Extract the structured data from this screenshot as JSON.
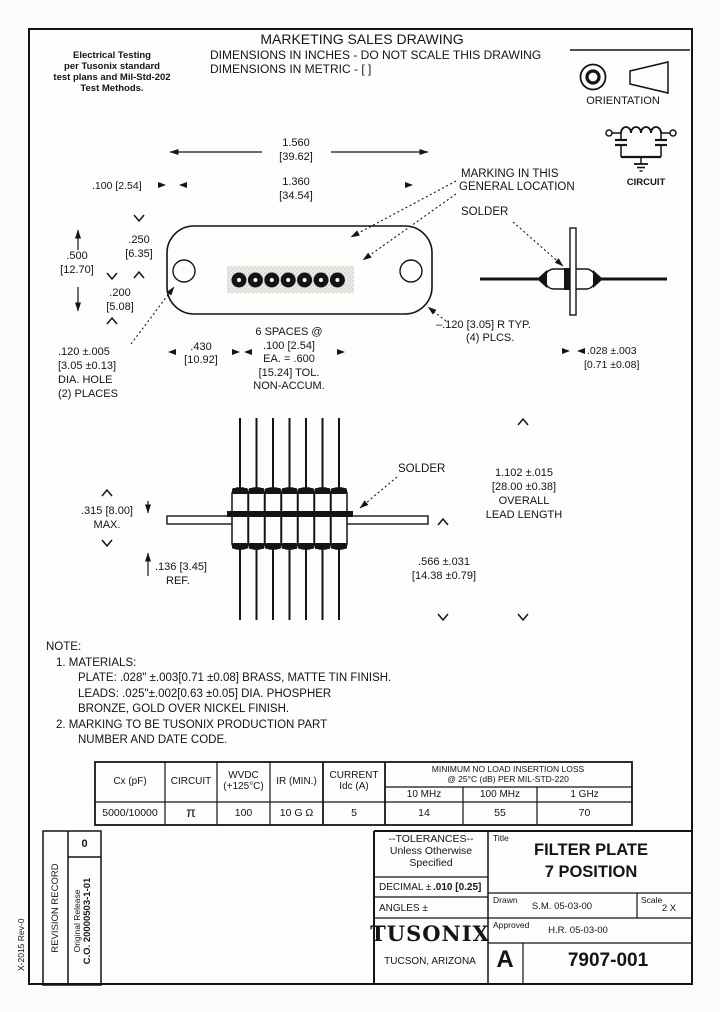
{
  "header": {
    "title": "MARKETING SALES DRAWING",
    "line1": "DIMENSIONS IN INCHES - DO NOT SCALE THIS DRAWING",
    "line2": "DIMENSIONS IN METRIC - [  ]",
    "testing": [
      "Electrical Testing",
      "per Tusonix standard",
      "test plans and Mil-Std-202",
      "Test Methods."
    ]
  },
  "legend": {
    "orientation": "ORIENTATION",
    "circuit": "CIRCUIT"
  },
  "top_view": {
    "dim_1560": [
      "1.560",
      "[39.62]"
    ],
    "dim_1360": [
      "1.360",
      "[34.54]"
    ],
    "dim_100": ".100 [2.54]",
    "dim_500": [
      ".500",
      "[12.70]"
    ],
    "dim_250": [
      ".250",
      "[6.35]"
    ],
    "dim_200": [
      ".200",
      "[5.08]"
    ],
    "marking": [
      "MARKING IN THIS",
      "GENERAL LOCATION"
    ],
    "solder": "SOLDER",
    "radius": [
      "–.120 [3.05] R TYP.",
      "(4) PLCS."
    ],
    "hole": [
      ".120 ±.005",
      "[3.05 ±0.13]",
      "DIA. HOLE",
      "(2) PLACES"
    ],
    "dim_430": [
      ".430",
      "[10.92]"
    ],
    "spaces": [
      "6 SPACES @",
      ".100 [2.54]",
      "EA. = .600",
      "[15.24] TOL.",
      "NON-ACCUM."
    ],
    "thickness": [
      ".028 ±.003",
      "[0.71 ±0.08]"
    ]
  },
  "front_view": {
    "dim_315": [
      ".315 [8.00]",
      "MAX."
    ],
    "dim_136": [
      ".136 [3.45]",
      "REF."
    ],
    "solder": "SOLDER",
    "lead_length": [
      "1.102 ±.015",
      "[28.00 ±0.38]",
      "OVERALL",
      "LEAD LENGTH"
    ],
    "dim_566": [
      ".566 ±.031",
      "[14.38 ±0.79]"
    ]
  },
  "notes": [
    "NOTE:",
    "1.  MATERIALS:",
    "PLATE: .028\" ±.003[0.71 ±0.08] BRASS, MATTE TIN FINISH.",
    "LEADS: .025\"±.002[0.63 ±0.05] DIA. PHOSPHER",
    "BRONZE, GOLD OVER NICKEL FINISH.",
    "2.  MARKING TO BE TUSONIX PRODUCTION PART",
    "NUMBER AND DATE CODE."
  ],
  "table": {
    "cx": "Cx (pF)",
    "circuit": "CIRCUIT",
    "wvdc": [
      "WVDC",
      "(+125°C)"
    ],
    "ir": "IR (MIN.)",
    "current": [
      "CURRENT",
      "Idc (A)"
    ],
    "insertion": [
      "MINIMUM  NO LOAD INSERTION LOSS",
      "@ 25°C (dB) PER MIL-STD-220"
    ],
    "freqs": [
      "10 MHz",
      "100 MHz",
      "1 GHz"
    ],
    "row": [
      "5000/10000",
      "π",
      "100",
      "10 G Ω",
      "5",
      "14",
      "55",
      "70"
    ]
  },
  "revision": {
    "margin": "X-2015 Rev-0",
    "record": "REVISION RECORD",
    "rev": "0",
    "release": "Original Release",
    "co": "C.O.  20000503-1-01"
  },
  "title_block": {
    "tolerances": [
      "--TOLERANCES--",
      "Unless Otherwise",
      "Specified"
    ],
    "decimal_label": "DECIMAL ±",
    "decimal_value": ".010 [0.25]",
    "angles_label": "ANGLES ±",
    "logo": "TUSONIX",
    "city": "TUCSON, ARIZONA",
    "title_label": "Title",
    "title": [
      "FILTER PLATE",
      "7 POSITION"
    ],
    "drawn_label": "Drawn",
    "drawn": "S.M. 05-03-00",
    "scale_label": "Scale",
    "scale": "2 X",
    "approved_label": "Approved",
    "approved": "H.R. 05-03-00",
    "size": "A",
    "part_number": "7907-001"
  }
}
